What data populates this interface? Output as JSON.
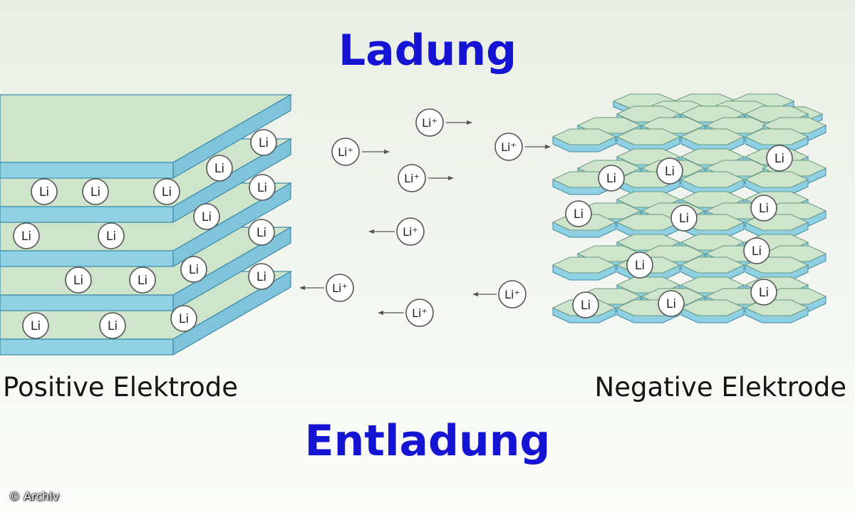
{
  "title_top": "Ladung",
  "title_bottom": "Entladung",
  "positive_label": "Positive Elektrode",
  "negative_label": "Negative Elektrode",
  "copyright": "© Archiv",
  "atom_label": "Li",
  "ion_label": "Li⁺",
  "colors": {
    "title": "#1414d2",
    "layer_side": "#8fd0e2",
    "layer_top": "#cfe5cb",
    "layer_edge": "#3a8aa8"
  }
}
